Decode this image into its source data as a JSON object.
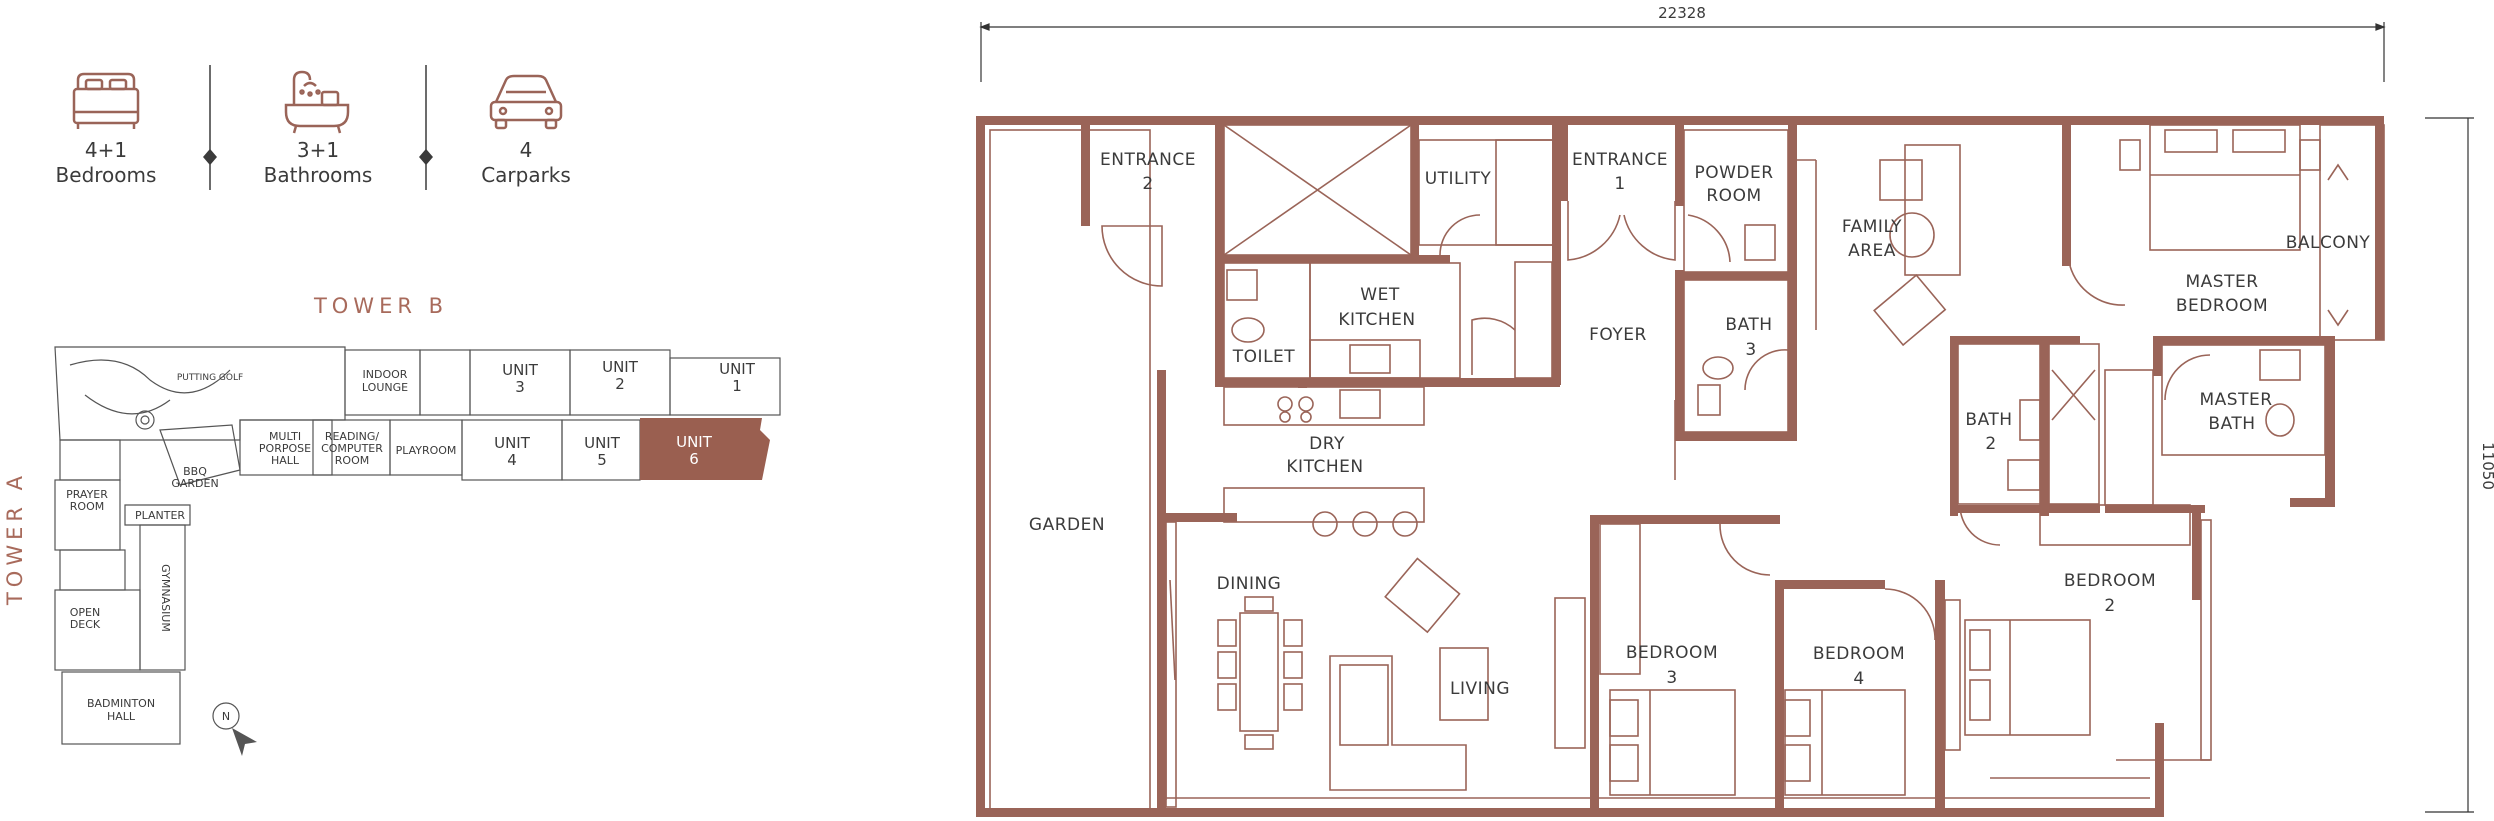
{
  "features": [
    {
      "icon": "bed-icon",
      "count": "4+1",
      "label": "Bedrooms"
    },
    {
      "icon": "bathtub-icon",
      "count": "3+1",
      "label": "Bathrooms"
    },
    {
      "icon": "car-icon",
      "count": "4",
      "label": "Carparks"
    }
  ],
  "keyplan": {
    "tower_b": "TOWER B",
    "tower_a": "TOWER A",
    "north": "N",
    "highlight_color": "#9a5f50",
    "areas": {
      "putting_golf": "PUTTING GOLF",
      "indoor_lounge_1": "INDOOR",
      "indoor_lounge_2": "LOUNGE",
      "unit3_a": "UNIT",
      "unit3_b": "3",
      "unit2_a": "UNIT",
      "unit2_b": "2",
      "unit1_a": "UNIT",
      "unit1_b": "1",
      "multi_a": "MULTI",
      "multi_b": "PORPOSE",
      "multi_c": "HALL",
      "reading_a": "READING/",
      "reading_b": "COMPUTER",
      "reading_c": "ROOM",
      "playroom": "PLAYROOM",
      "unit4_a": "UNIT",
      "unit4_b": "4",
      "unit5_a": "UNIT",
      "unit5_b": "5",
      "unit6_a": "UNIT",
      "unit6_b": "6",
      "bbq_a": "BBQ",
      "bbq_b": "GARDEN",
      "prayer_a": "PRAYER",
      "prayer_b": "ROOM",
      "planter": "PLANTER",
      "gymnasium": "GYMNASIUM",
      "open_deck_a": "OPEN",
      "open_deck_b": "DECK",
      "badminton_a": "BADMINTON",
      "badminton_b": "HALL"
    }
  },
  "dimensions": {
    "width": "22328",
    "depth": "11050"
  },
  "wall_color": "#9a6458",
  "rooms": {
    "entrance2_a": "ENTRANCE",
    "entrance2_b": "2",
    "utility": "UTILITY",
    "entrance1_a": "ENTRANCE",
    "entrance1_b": "1",
    "powder_a": "POWDER",
    "powder_b": "ROOM",
    "family_a": "FAMILY",
    "family_b": "AREA",
    "master_bed_a": "MASTER",
    "master_bed_b": "BEDROOM",
    "balcony": "BALCONY",
    "wet_kitchen_a": "WET",
    "wet_kitchen_b": "KITCHEN",
    "toilet": "TOILET",
    "foyer": "FOYER",
    "bath3_a": "BATH",
    "bath3_b": "3",
    "bath2_a": "BATH",
    "bath2_b": "2",
    "master_bath_a": "MASTER",
    "master_bath_b": "BATH",
    "dry_kitchen_a": "DRY",
    "dry_kitchen_b": "KITCHEN",
    "garden": "GARDEN",
    "dining": "DINING",
    "living": "LIVING",
    "bedroom3_a": "BEDROOM",
    "bedroom3_b": "3",
    "bedroom4_a": "BEDROOM",
    "bedroom4_b": "4",
    "bedroom2_a": "BEDROOM",
    "bedroom2_b": "2"
  }
}
